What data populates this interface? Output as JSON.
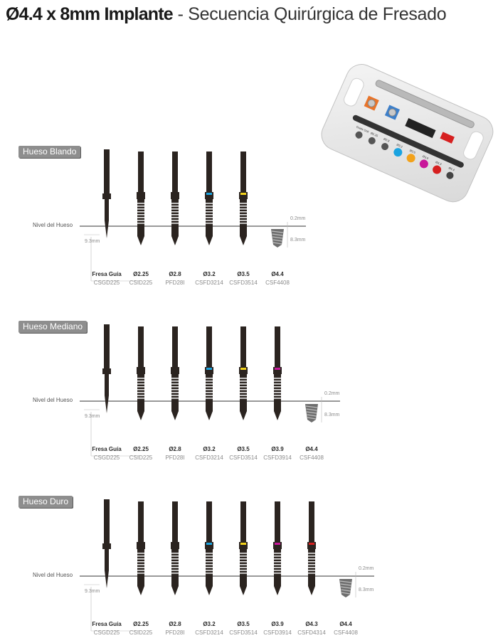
{
  "header": {
    "title_bold": "Ø4.4 x 8mm Implante",
    "title_light": "- Secuencia Quirúrgica de Fresado"
  },
  "kit": {
    "labels": [
      "Guide Drill",
      "Ø2.25",
      "Ø2.8",
      "Ø3.2",
      "Ø3.5",
      "Ø3.9",
      "Ø4.3",
      "Ø4.4"
    ],
    "accent": "#e8742a"
  },
  "bone_level_label": "Nivel del Hueso",
  "dims": {
    "top": "0.2mm",
    "bottom": "8.3mm",
    "guide": "9.3mm"
  },
  "sections": [
    {
      "label": "Hueso Blando",
      "drills": [
        {
          "d": "Fresa Guía",
          "code": "CSGD225",
          "type": "guide"
        },
        {
          "d": "Ø2.25",
          "code": "CSID225",
          "type": "twist",
          "band": null
        },
        {
          "d": "Ø2.8",
          "code": "PFD28I",
          "type": "twist",
          "band": null
        },
        {
          "d": "Ø3.2",
          "code": "CSFD3214",
          "type": "twist",
          "band": "#1aa3e0"
        },
        {
          "d": "Ø3.5",
          "code": "CSFD3514",
          "type": "twist",
          "band": "#f2d21b"
        },
        {
          "d": "Ø4.4",
          "code": "CSF4408",
          "type": "implant"
        }
      ]
    },
    {
      "label": "Hueso Mediano",
      "drills": [
        {
          "d": "Fresa Guía",
          "code": "CSGD225",
          "type": "guide"
        },
        {
          "d": "Ø2.25",
          "code": "CSID225",
          "type": "twist",
          "band": null
        },
        {
          "d": "Ø2.8",
          "code": "PFD28I",
          "type": "twist",
          "band": null
        },
        {
          "d": "Ø3.2",
          "code": "CSFD3214",
          "type": "twist",
          "band": "#1aa3e0"
        },
        {
          "d": "Ø3.5",
          "code": "CSFD3514",
          "type": "twist",
          "band": "#f2d21b"
        },
        {
          "d": "Ø3.9",
          "code": "CSFD3914",
          "type": "twist",
          "band": "#c8179a"
        },
        {
          "d": "Ø4.4",
          "code": "CSF4408",
          "type": "implant"
        }
      ]
    },
    {
      "label": "Hueso Duro",
      "drills": [
        {
          "d": "Fresa Guía",
          "code": "CSGD225",
          "type": "guide"
        },
        {
          "d": "Ø2.25",
          "code": "CSID225",
          "type": "twist",
          "band": null
        },
        {
          "d": "Ø2.8",
          "code": "PFD28I",
          "type": "twist",
          "band": null
        },
        {
          "d": "Ø3.2",
          "code": "CSFD3214",
          "type": "twist",
          "band": "#1aa3e0"
        },
        {
          "d": "Ø3.5",
          "code": "CSFD3514",
          "type": "twist",
          "band": "#f2d21b"
        },
        {
          "d": "Ø3.9",
          "code": "CSFD3914",
          "type": "twist",
          "band": "#c8179a"
        },
        {
          "d": "Ø4.3",
          "code": "CSFD4314",
          "type": "twist",
          "band": "#d62020"
        },
        {
          "d": "Ø4.4",
          "code": "CSF4408",
          "type": "implant"
        }
      ]
    }
  ]
}
